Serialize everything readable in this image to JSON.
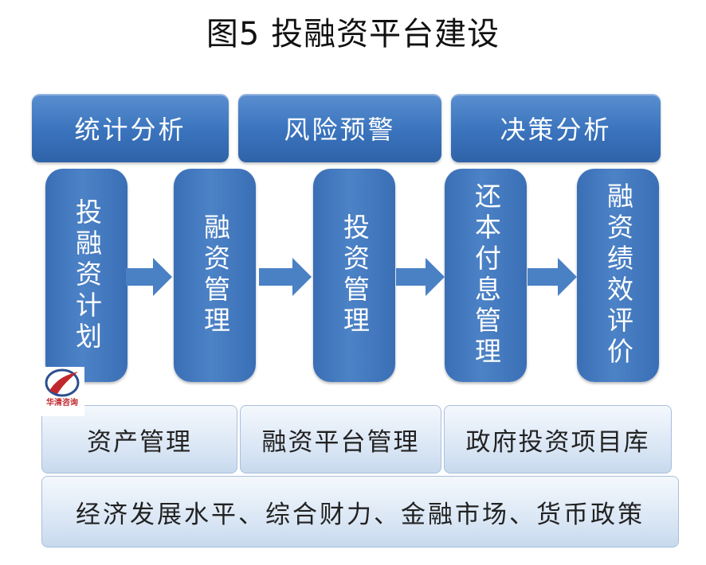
{
  "title": "图5  投融资平台建设",
  "top_row": [
    "统计分析",
    "风险预警",
    "决策分析"
  ],
  "columns": [
    "投融资计划",
    "融资管理",
    "投资管理",
    "还本付息管理",
    "融资绩效评价"
  ],
  "bottom_row": [
    "资产管理",
    "融资平台管理",
    "政府投资项目库"
  ],
  "base": "经济发展水平、综合财力、金融市场、货币政策",
  "logo": {
    "text": "华清咨询"
  },
  "colors": {
    "box_blue": "#3a73bd",
    "arrow_blue": "#4a80c4",
    "light_box": "#dbe7f5",
    "logo_red": "#c0282d"
  }
}
